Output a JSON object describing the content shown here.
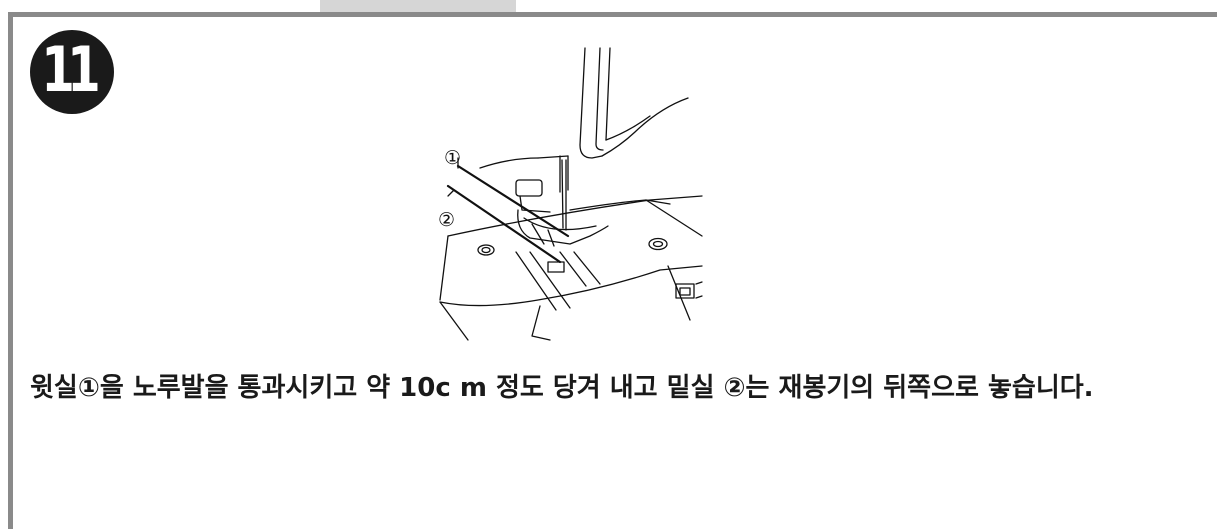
{
  "step": {
    "number": "11"
  },
  "illustration": {
    "callouts": [
      "①",
      "②"
    ]
  },
  "instruction": {
    "text": "윗실①을 노루발을 통과시키고 약 10c m 정도 당겨 내고 밑실 ②는 재봉기의 뒤쪽으로 놓습니다."
  }
}
